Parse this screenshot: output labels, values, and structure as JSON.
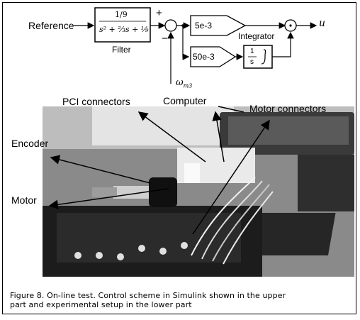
{
  "diagram": {
    "reference_label": "Reference",
    "filter_numerator": "1/9",
    "filter_denominator": "s² + ⅔s + ⅑",
    "filter_label": "Filter",
    "plus_sign": "+",
    "minus_sign": "−",
    "gain1": "5e-3",
    "gain2": "50e-3",
    "integrator_block_num": "1",
    "integrator_block_den": "s",
    "integrator_label": "Integrator",
    "output_label": "u",
    "feedback_label": "ω",
    "feedback_sub": "m3"
  },
  "photo_labels": {
    "pci": "PCI connectors",
    "computer": "Computer",
    "motor_connectors": "Motor connectors",
    "encoder": "Encoder",
    "motor": "Motor"
  },
  "caption": {
    "line1": "Figure 8.  On-line test. Control scheme in Simulink shown in the upper",
    "line2": "part and experimental setup in the lower part"
  }
}
